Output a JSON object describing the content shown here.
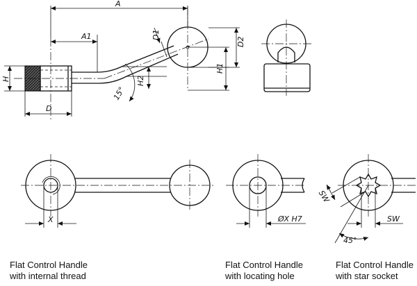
{
  "dimensions": {
    "A": "A",
    "A1": "A1",
    "D1": "D1",
    "D2": "D2",
    "H": "H",
    "H1": "H1",
    "H2": "H2",
    "D": "D",
    "angle15": "15°",
    "X": "X",
    "phiXH7": "ØX H7",
    "SW_left": "SW",
    "SW_right": "SW",
    "angle45": "45°"
  },
  "captions": {
    "internal_thread": {
      "line1": "Flat Control Handle",
      "line2": "with internal thread"
    },
    "locating_hole": {
      "line1": "Flat Control Handle",
      "line2": "with locating hole"
    },
    "star_socket": {
      "line1": "Flat Control Handle",
      "line2": "with star socket"
    }
  }
}
